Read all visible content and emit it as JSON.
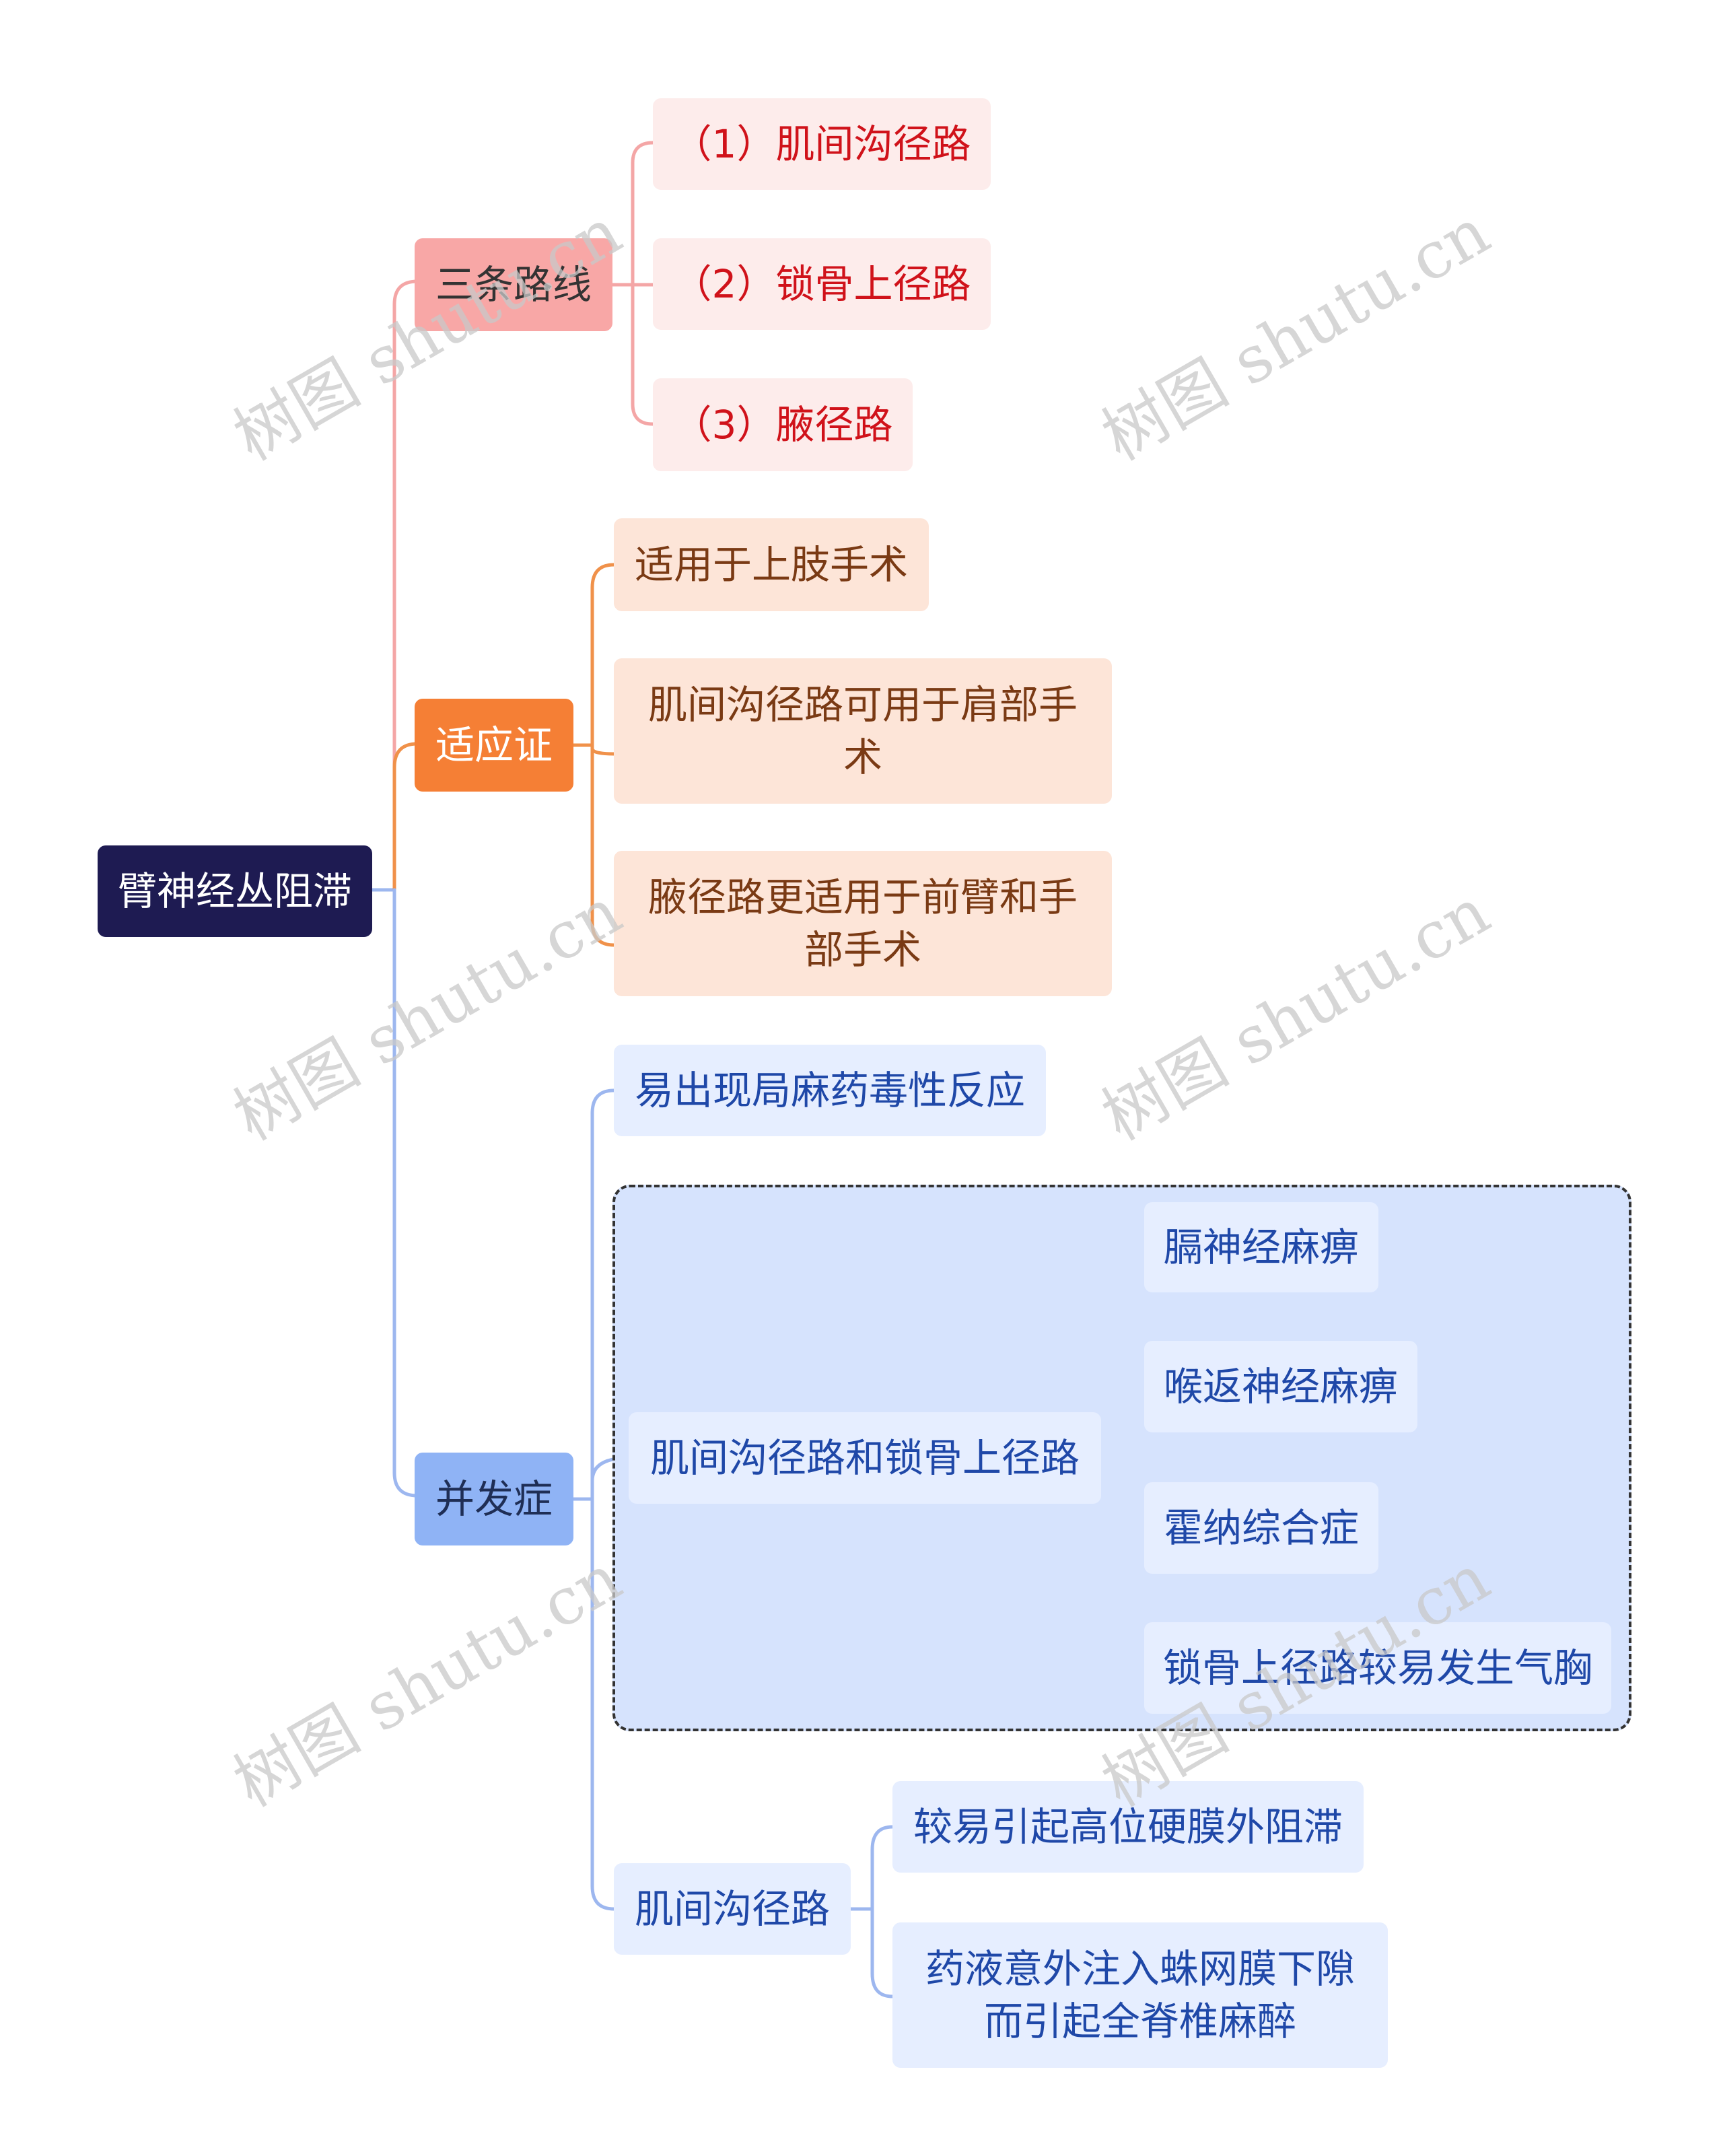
{
  "root": {
    "label": "臂神经丛阻滞"
  },
  "branches": {
    "routes": {
      "label": "三条路线",
      "items": [
        "（1）肌间沟径路",
        "（2）锁骨上径路",
        "（3）腋径路"
      ]
    },
    "indications": {
      "label": "适应证",
      "items": [
        "适用于上肢手术",
        "肌间沟径路可用于肩部手术",
        "腋径路更适用于前臂和手部手术"
      ]
    },
    "complications": {
      "label": "并发症",
      "toxicity": "易出现局麻药毒性反应",
      "interscalene_supraclavicular": {
        "label": "肌间沟径路和锁骨上径路",
        "items": [
          "膈神经麻痹",
          "喉返神经麻痹",
          "霍纳综合症",
          "锁骨上径路较易发生气胸"
        ]
      },
      "interscalene": {
        "label": "肌间沟径路",
        "items": [
          "较易引起高位硬膜外阻滞",
          "药液意外注入蛛网膜下隙而引起全脊椎麻醉"
        ]
      }
    }
  },
  "watermark": "树图 shutu.cn",
  "colors": {
    "root": "#1e1b52",
    "red": "#f8a7a6",
    "orange": "#f57f35",
    "blue": "#8fb3f5"
  }
}
